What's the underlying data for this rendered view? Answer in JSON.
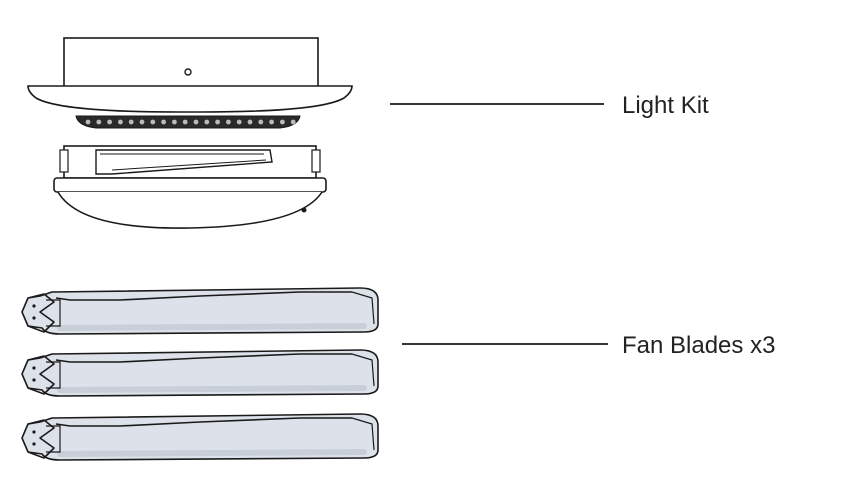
{
  "labels": {
    "light_kit": "Light Kit",
    "fan_blades": "Fan Blades x3"
  },
  "colors": {
    "stroke": "#1a1a1a",
    "blade_fill": "#dde2ea",
    "blade_shadow": "#c9cfd8",
    "panel_fill": "#ffffff",
    "label_text": "#222222"
  },
  "icons": {
    "light_kit": "light-kit-drawing",
    "fan_blade": "fan-blade-drawing"
  },
  "blade_count": 3
}
